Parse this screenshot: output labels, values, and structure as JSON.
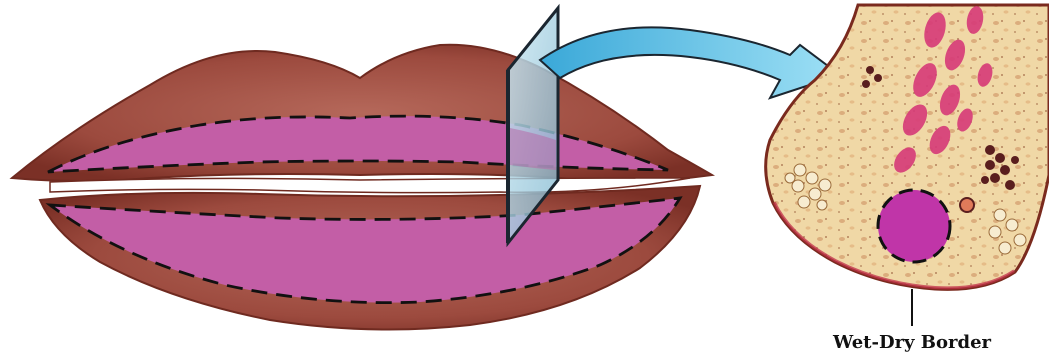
{
  "labels": {
    "wet_dry_border": "Wet-Dry Border"
  },
  "colors": {
    "lip_outer": "#9c4a3e",
    "lip_edge": "#7b3026",
    "lip_highlight": "#c4776a",
    "vermilion_zone": "#c35ea6",
    "plane_fill": "#9fd3e6",
    "arrow_fill": "#5ec3e8",
    "tissue_background": "#f0d8a6",
    "tissue_accent": "#d63a78",
    "dashed_outline": "#111111"
  },
  "icons": {
    "section_plane": "cutting-plane",
    "arrow": "curved-arrow"
  }
}
